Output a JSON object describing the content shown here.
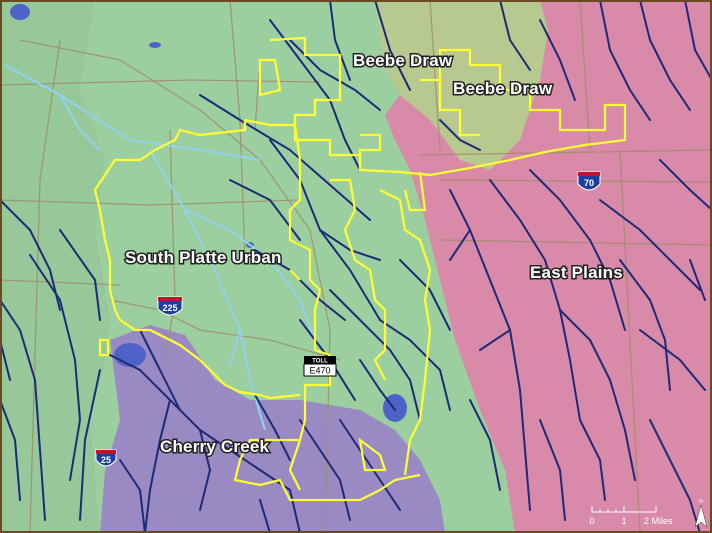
{
  "map": {
    "regions": [
      {
        "name": "South Platte Urban",
        "color": "#9ccf9f"
      },
      {
        "name": "East Plains",
        "color": "#d98aa8"
      },
      {
        "name": "Cherry Creek",
        "color": "#9a8ac4"
      },
      {
        "name": "Beebe Draw",
        "color": "#b7c98e"
      }
    ],
    "labels": {
      "beebe_draw_upper": "Beebe Draw",
      "beebe_draw_lower": "Beebe Draw",
      "south_platte_urban": "South Platte Urban",
      "east_plains": "East Plains",
      "cherry_creek": "Cherry Creek"
    },
    "shields": {
      "i70": "70",
      "i225": "225",
      "i25": "25",
      "toll_top": "TOLL",
      "toll_bottom": "E470"
    },
    "scale_bar": {
      "ticks": [
        "0",
        "1",
        "2 Miles"
      ]
    },
    "north_arrow": {
      "label": "N"
    },
    "colors": {
      "boundary": "#ffff33",
      "stream_major": "#1c2a78",
      "stream_light": "#8fd3f0",
      "roads": "#a08e6a",
      "border": "#6b4a20"
    }
  }
}
